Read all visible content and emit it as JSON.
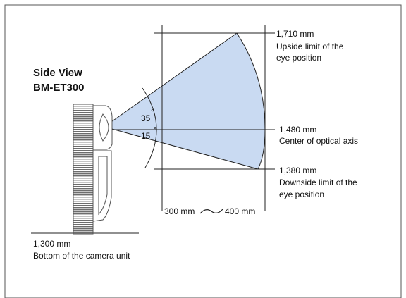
{
  "title": {
    "line1": "Side View",
    "line2": "BM-ET300"
  },
  "angles": {
    "up": "35",
    "down": "-15",
    "degree_mark": "°"
  },
  "annotations": {
    "upper": {
      "value": "1,710 mm",
      "desc1": "Upside limit of the",
      "desc2": "eye position"
    },
    "center": {
      "value": "1,480 mm",
      "desc1": "Center of optical axis"
    },
    "lower": {
      "value": "1,380 mm",
      "desc1": "Downside limit of the",
      "desc2": "eye position"
    },
    "distance": {
      "near": "300 mm",
      "far": "400 mm"
    },
    "bottom": {
      "value": "1,300 mm",
      "desc1": "Bottom of the camera unit"
    }
  },
  "colors": {
    "frame": "#555555",
    "line": "#222222",
    "fill": "#c9daf2",
    "device": "#8a8a8a",
    "text": "#111111"
  }
}
